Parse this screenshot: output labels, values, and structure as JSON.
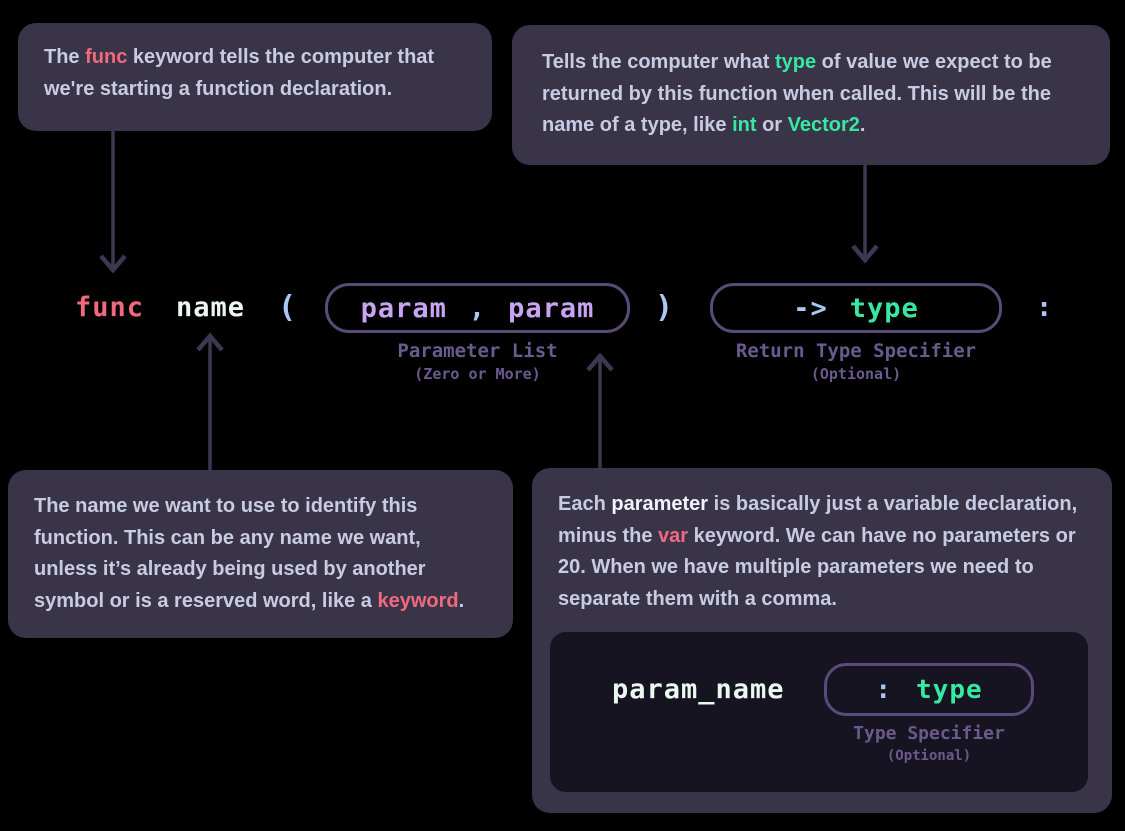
{
  "colors": {
    "background": "#000000",
    "card_bg": "#3a3449",
    "inner_card_bg": "#161420",
    "body_text": "#c7cce4",
    "emphasis_text": "#f2f4fa",
    "keyword_red": "#f0697c",
    "type_green": "#36e9a2",
    "param_purple": "#c9a4f2",
    "punct_blue": "#a9c9f4",
    "box_border_purple": "#5a4a78",
    "label_purple": "#6a5a8d",
    "arrow": "#3d3751",
    "name_white": "#eaf8f0"
  },
  "cards": {
    "func_note": {
      "segments": [
        {
          "t": "The "
        },
        {
          "t": "func",
          "c": "keyword"
        },
        {
          "t": " keyword tells the computer that we're starting a function declaration."
        }
      ]
    },
    "return_note": {
      "segments": [
        {
          "t": "Tells the computer what "
        },
        {
          "t": "type",
          "c": "type"
        },
        {
          "t": " of value we expect to be returned by this function when called. This will be the name of a type, like "
        },
        {
          "t": "int",
          "c": "type"
        },
        {
          "t": " or "
        },
        {
          "t": "Vector2",
          "c": "type"
        },
        {
          "t": "."
        }
      ]
    },
    "name_note": {
      "segments": [
        {
          "t": "The name we want to use to identify this function. This can be any name we want, unless it’s already being used by another symbol or is a reserved word, like a "
        },
        {
          "t": "keyword",
          "c": "keyword"
        },
        {
          "t": "."
        }
      ]
    },
    "param_note": {
      "segments": [
        {
          "t": "Each "
        },
        {
          "t": "parameter",
          "c": "em"
        },
        {
          "t": " is basically just a variable declaration, minus the "
        },
        {
          "t": "var",
          "c": "keyword"
        },
        {
          "t": " keyword. We can have no parameters or 20. When we have multiple parameters we need to separate them with a comma."
        }
      ]
    }
  },
  "code": {
    "func": "func",
    "name": "name",
    "open_paren": "(",
    "param1": "param",
    "comma": ",",
    "param2": "param",
    "close_paren": ")",
    "arrow_op": "->",
    "type": "type",
    "colon": ":"
  },
  "labels": {
    "parameter_list": "Parameter List",
    "parameter_list_sub": "(Zero or More)",
    "return_type": "Return Type Specifier",
    "return_type_sub": "(Optional)",
    "type_specifier": "Type Specifier",
    "type_specifier_sub": "(Optional)"
  },
  "param_detail": {
    "param_name": "param_name",
    "colon": ":",
    "type": "type"
  },
  "connectors": [
    {
      "name": "func-arrow",
      "direction": "down"
    },
    {
      "name": "return-type-arrow",
      "direction": "down"
    },
    {
      "name": "name-arrow",
      "direction": "up"
    },
    {
      "name": "param-arrow",
      "direction": "up"
    }
  ]
}
